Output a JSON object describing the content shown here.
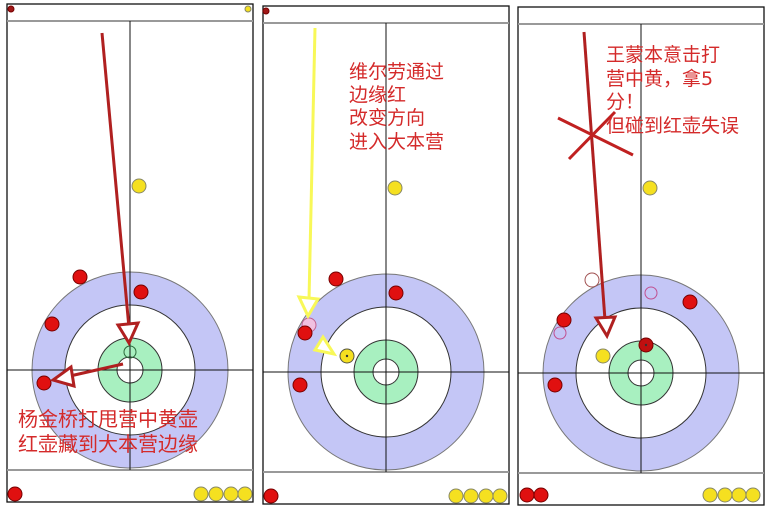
{
  "colors": {
    "red_stone": "#e01010",
    "yellow_stone": "#f5e020",
    "house_outer": "#c4c6f6",
    "house_button": "#a8f0c0",
    "red_arrow": "#b02020",
    "yellow_arrow": "#f8f858",
    "note_text": "#d42a2a"
  },
  "panels": [
    {
      "label": "panel-1",
      "note_lines": [
        "杨金桥打甩营中黄壶",
        "红壶藏到大本营边缘"
      ]
    },
    {
      "label": "panel-2",
      "note_lines": [
        "维尔劳通过",
        "边缘红",
        "改变方向",
        "进入大本营"
      ]
    },
    {
      "label": "panel-3",
      "note_lines": [
        "王蒙本意击打",
        "营中黄，拿5",
        "分！",
        "但碰到红壶失误"
      ]
    }
  ]
}
